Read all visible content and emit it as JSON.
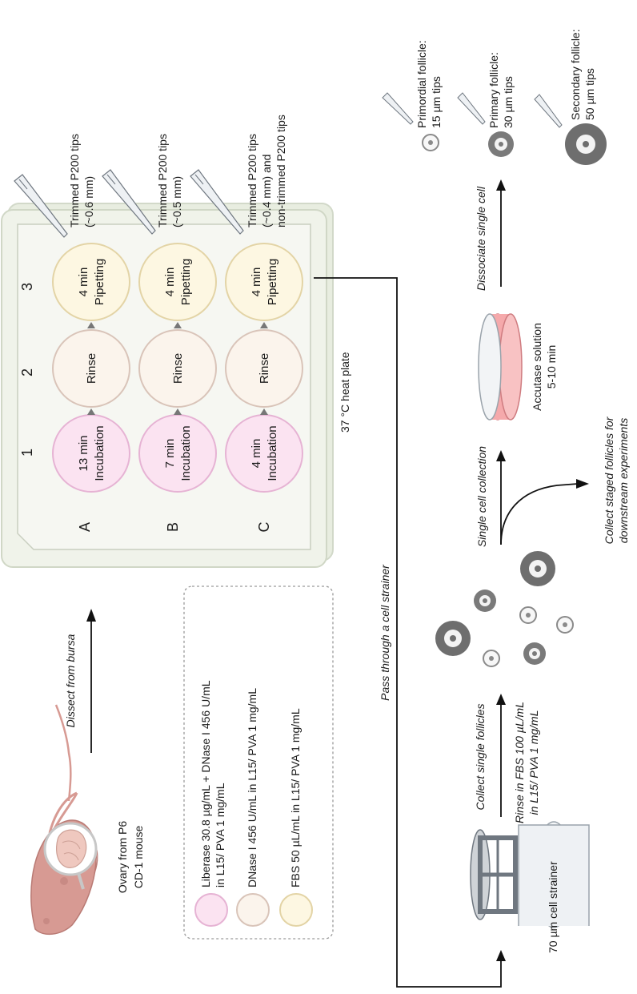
{
  "mouse": {
    "caption_1": "Ovary from P6",
    "caption_2": "CD-1 mouse"
  },
  "dissect": {
    "label": "Dissect from bursa"
  },
  "legend": {
    "items": [
      {
        "line_1": "Liberase 30.8 µg/mL + DNase I 456 U/mL",
        "line_2": "in L15/ PVA 1 mg/mL",
        "color": "#fbe3f1",
        "border": "#e6b3d4"
      },
      {
        "line_1": "DNase I 456 U/mL in L15/ PVA 1 mg/mL",
        "line_2": "",
        "color": "#fbf4ec",
        "border": "#d9c4b9"
      },
      {
        "line_1": "FBS 50 µL/mL in L15/ PVA 1 mg/mL",
        "line_2": "",
        "color": "#fdf7e2",
        "border": "#e3d4a6"
      }
    ]
  },
  "plate": {
    "rows": [
      "A",
      "B",
      "C"
    ],
    "cols": [
      "1",
      "2",
      "3"
    ],
    "caption": "37 °C heat plate",
    "wells": [
      [
        "13 min",
        "Incubation",
        "Rinse",
        "4 min",
        "Pipetting"
      ],
      [
        "7 min",
        "Incubation",
        "Rinse",
        "4 min",
        "Pipetting"
      ],
      [
        "4 min",
        "Incubation",
        "Rinse",
        "4 min",
        "Pipetting"
      ]
    ],
    "tips": [
      {
        "line_1": "Trimmed P200 tips",
        "line_2": "(~0.6 mm)",
        "line_3": ""
      },
      {
        "line_1": "Trimmed P200 tips",
        "line_2": "(~0.5 mm)",
        "line_3": ""
      },
      {
        "line_1": "Trimmed P200 tips",
        "line_2": "(~0.4 mm) and",
        "line_3": "non-trimmed P200 tips"
      }
    ]
  },
  "strainer_path": {
    "label": "Pass through a cell strainer"
  },
  "bottom": {
    "strainer_caption": "70 µm cell strainer",
    "collect_single": "Collect single follicles",
    "rinse_1": "Rinse in FBS 100 µL/mL",
    "rinse_2": "in L15/ PVA 1 mg/mL",
    "single_cell_collection": "Single cell collection",
    "collect_staged_1": "Collect staged follicles for",
    "collect_staged_2": "downstream experiments",
    "accutase_1": "Accutase solution",
    "accutase_2": "5-10 min",
    "dissociate": "Dissociate single cell"
  },
  "follicles": [
    {
      "name_line": "Primordial follicle:",
      "tip_line": "15 µm tips"
    },
    {
      "name_line": "Primary follicle:",
      "tip_line": "30 µm tips"
    },
    {
      "name_line": "Secondary follicle:",
      "tip_line": "50 µm tips"
    }
  ]
}
